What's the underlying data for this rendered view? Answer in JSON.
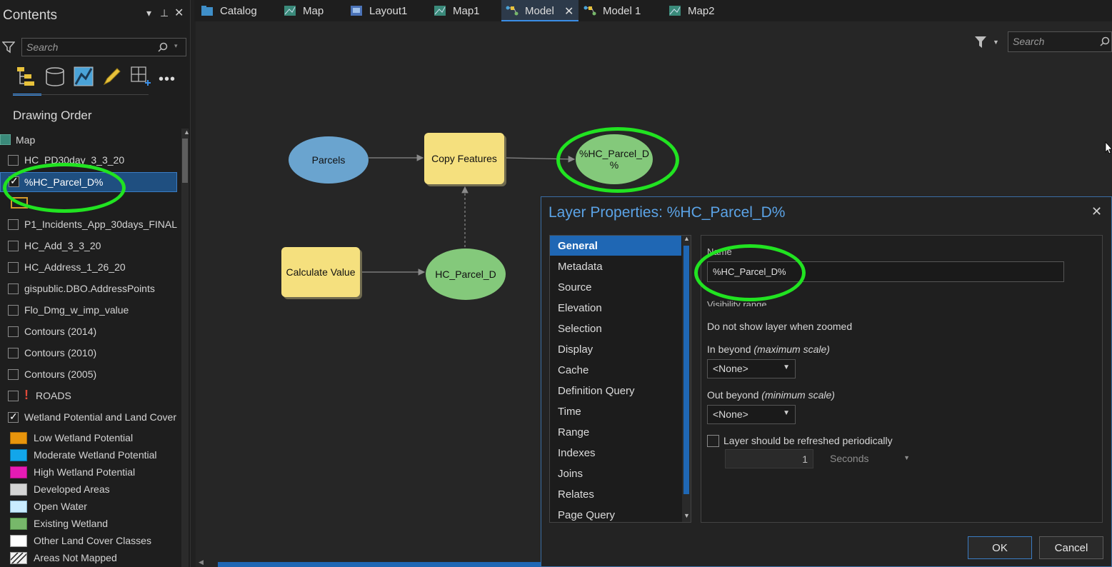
{
  "contents": {
    "title": "Contents",
    "search_placeholder": "Search",
    "section_label": "Drawing Order",
    "map_label": "Map",
    "layers": [
      {
        "label": "HC_PD30day_3_3_20",
        "checked": false
      },
      {
        "label": "%HC_Parcel_D%",
        "checked": true
      },
      {
        "label": "P1_Incidents_App_30days_FINAL",
        "checked": false
      },
      {
        "label": "HC_Add_3_3_20",
        "checked": false
      },
      {
        "label": "HC_Address_1_26_20",
        "checked": false
      },
      {
        "label": "gispublic.DBO.AddressPoints",
        "checked": false
      },
      {
        "label": "Flo_Dmg_w_imp_value",
        "checked": false
      },
      {
        "label": "Contours (2014)",
        "checked": false
      },
      {
        "label": "Contours (2010)",
        "checked": false
      },
      {
        "label": "Contours (2005)",
        "checked": false
      },
      {
        "label": "ROADS",
        "checked": false
      },
      {
        "label": "Wetland Potential and Land Cover",
        "checked": true
      }
    ],
    "legend": [
      {
        "label": "Low Wetland Potential",
        "color": "#e8950c"
      },
      {
        "label": "Moderate Wetland Potential",
        "color": "#12a6ea"
      },
      {
        "label": "High Wetland Potential",
        "color": "#e61bb4"
      },
      {
        "label": "Developed Areas",
        "color": "#d4d4d4"
      },
      {
        "label": "Open Water",
        "color": "#c9ecff"
      },
      {
        "label": "Existing Wetland",
        "color": "#77b86a"
      },
      {
        "label": "Other Land Cover Classes",
        "color": "#ffffff"
      },
      {
        "label": "Areas Not Mapped",
        "color": "hatched"
      }
    ]
  },
  "tabs": [
    {
      "label": "Catalog",
      "icon": "catalog-icon"
    },
    {
      "label": "Map",
      "icon": "map-icon"
    },
    {
      "label": "Layout1",
      "icon": "layout-icon"
    },
    {
      "label": "Map1",
      "icon": "map-icon"
    },
    {
      "label": "Model",
      "icon": "model-icon",
      "active": true
    },
    {
      "label": "Model 1",
      "icon": "model-icon"
    },
    {
      "label": "Map2",
      "icon": "map-icon"
    }
  ],
  "canvas": {
    "search_placeholder": "Search",
    "nodes": {
      "parcels": "Parcels",
      "copy_features": "Copy Features",
      "output": "%HC_Parcel_D\n%",
      "calculate_value": "Calculate Value",
      "hc_parcel_d": "HC_Parcel_D"
    }
  },
  "dialog": {
    "title": "Layer Properties: %HC_Parcel_D%",
    "nav": [
      "General",
      "Metadata",
      "Source",
      "Elevation",
      "Selection",
      "Display",
      "Cache",
      "Definition Query",
      "Time",
      "Range",
      "Indexes",
      "Joins",
      "Relates",
      "Page Query"
    ],
    "selected_nav": "General",
    "name_label": "Name",
    "name_value": "%HC_Parcel_D%",
    "visibility_label": "Visibility range",
    "do_not_show": "Do not show layer when zoomed",
    "in_beyond": "In beyond",
    "in_beyond_hint": "(maximum scale)",
    "in_value": "<None>",
    "out_beyond": "Out beyond",
    "out_beyond_hint": "(minimum scale)",
    "out_value": "<None>",
    "refresh_label": "Layer should be refreshed periodically",
    "refresh_interval": "1",
    "refresh_unit": "Seconds",
    "ok": "OK",
    "cancel": "Cancel"
  },
  "colors": {
    "accent": "#1f67b4",
    "highlight_ring": "#21e321",
    "oval_blue": "#6aa4cf",
    "oval_green": "#84c97b",
    "tool_yellow": "#f5e07e"
  }
}
